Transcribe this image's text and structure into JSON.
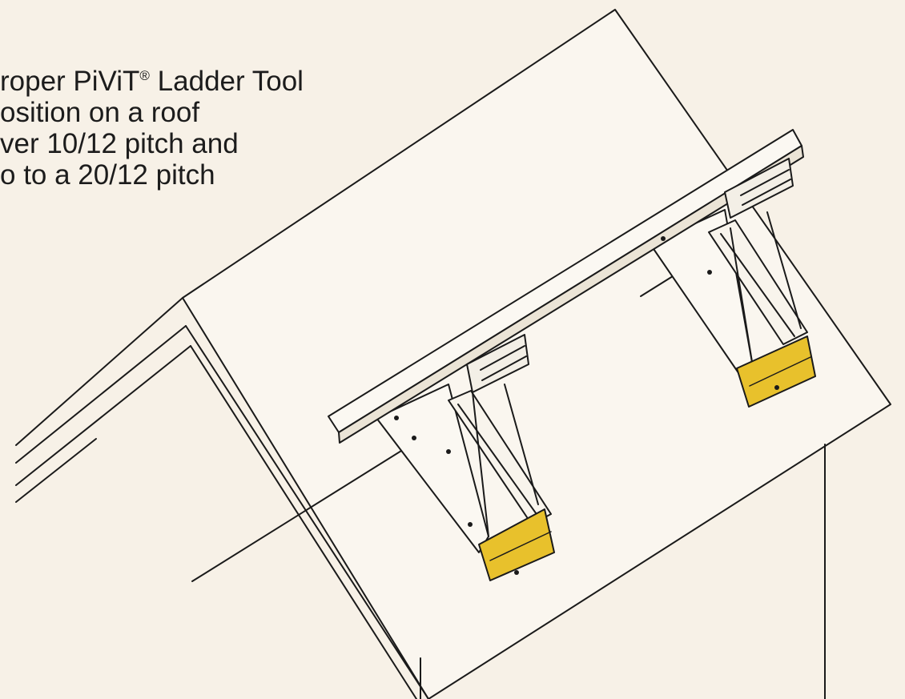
{
  "caption": {
    "line1_pre": "roper PiViT",
    "line1_mark": "®",
    "line1_post": " Ladder Tool",
    "line2": "osition on a roof",
    "line3": "ver 10/12 pitch and",
    "line4": "o to a 20/12 pitch"
  },
  "colors": {
    "background": "#f7f1e7",
    "line": "#1a1a1a",
    "bracket_yellow": "#e8c12c"
  },
  "icons": {
    "ladder_tool": "pivit-ladder-tool-illustration"
  }
}
